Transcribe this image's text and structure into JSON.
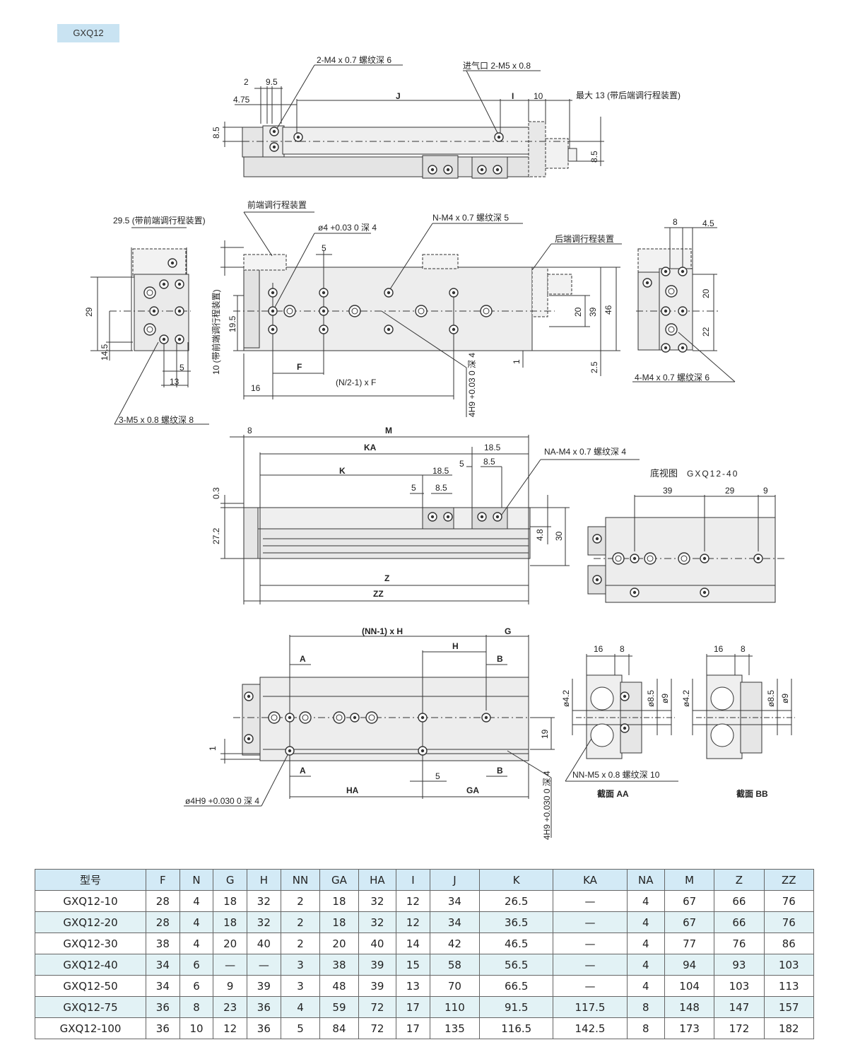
{
  "page_tag": "GXQ12",
  "labels": {
    "top_thread": "2-M4 x 0.7 螺纹深 6",
    "top_port": "进气口 2-M5 x 0.8",
    "top_max": "最大 13 (带后端调行程装置)",
    "front_adj": "前端调行程装置",
    "front_29_5": "29.5 (带前端调行程装置)",
    "pin_hole": "ø4 +0.03 0 深 4",
    "n_thread": "N-M4 x 0.7 螺纹深 5",
    "rear_adj": "后端调行程装置",
    "left_10": "10 (带前端调行程装置)",
    "m5_thread": "3-M5 x 0.8 螺纹深 8",
    "end_thread": "4-M4 x 0.7 螺纹深 6",
    "nf_formula": "(N/2-1) x F",
    "h9_depth": "4H9 +0.03 0 深 4",
    "na_thread": "NA-M4 x 0.7 螺纹深 4",
    "bottom_view": "底视图",
    "bottom_model": "GXQ12-40",
    "nn_h": "(NN-1) x H",
    "pin_h9": "ø4H9 +0.030 0 深 4",
    "h9_right": "4H9 +0.030 0 深 4",
    "nn_thread": "NN-M5 x 0.8 螺纹深 10",
    "section_aa": "截面 AA",
    "section_bb": "截面 BB"
  },
  "table": {
    "headers": [
      "型号",
      "F",
      "N",
      "G",
      "H",
      "NN",
      "GA",
      "HA",
      "I",
      "J",
      "K",
      "KA",
      "NA",
      "M",
      "Z",
      "ZZ"
    ],
    "rows": [
      [
        "GXQ12-10",
        "28",
        "4",
        "18",
        "32",
        "2",
        "18",
        "32",
        "12",
        "34",
        "26.5",
        "—",
        "4",
        "67",
        "66",
        "76"
      ],
      [
        "GXQ12-20",
        "28",
        "4",
        "18",
        "32",
        "2",
        "18",
        "32",
        "12",
        "34",
        "36.5",
        "—",
        "4",
        "67",
        "66",
        "76"
      ],
      [
        "GXQ12-30",
        "38",
        "4",
        "20",
        "40",
        "2",
        "20",
        "40",
        "14",
        "42",
        "46.5",
        "—",
        "4",
        "77",
        "76",
        "86"
      ],
      [
        "GXQ12-40",
        "34",
        "6",
        "—",
        "—",
        "3",
        "38",
        "39",
        "15",
        "58",
        "56.5",
        "—",
        "4",
        "94",
        "93",
        "103"
      ],
      [
        "GXQ12-50",
        "34",
        "6",
        "9",
        "39",
        "3",
        "48",
        "39",
        "13",
        "70",
        "66.5",
        "—",
        "4",
        "104",
        "103",
        "113"
      ],
      [
        "GXQ12-75",
        "36",
        "8",
        "23",
        "36",
        "4",
        "59",
        "72",
        "17",
        "110",
        "91.5",
        "117.5",
        "8",
        "148",
        "147",
        "157"
      ],
      [
        "GXQ12-100",
        "36",
        "10",
        "12",
        "36",
        "5",
        "84",
        "72",
        "17",
        "135",
        "116.5",
        "142.5",
        "8",
        "173",
        "172",
        "182"
      ]
    ]
  }
}
